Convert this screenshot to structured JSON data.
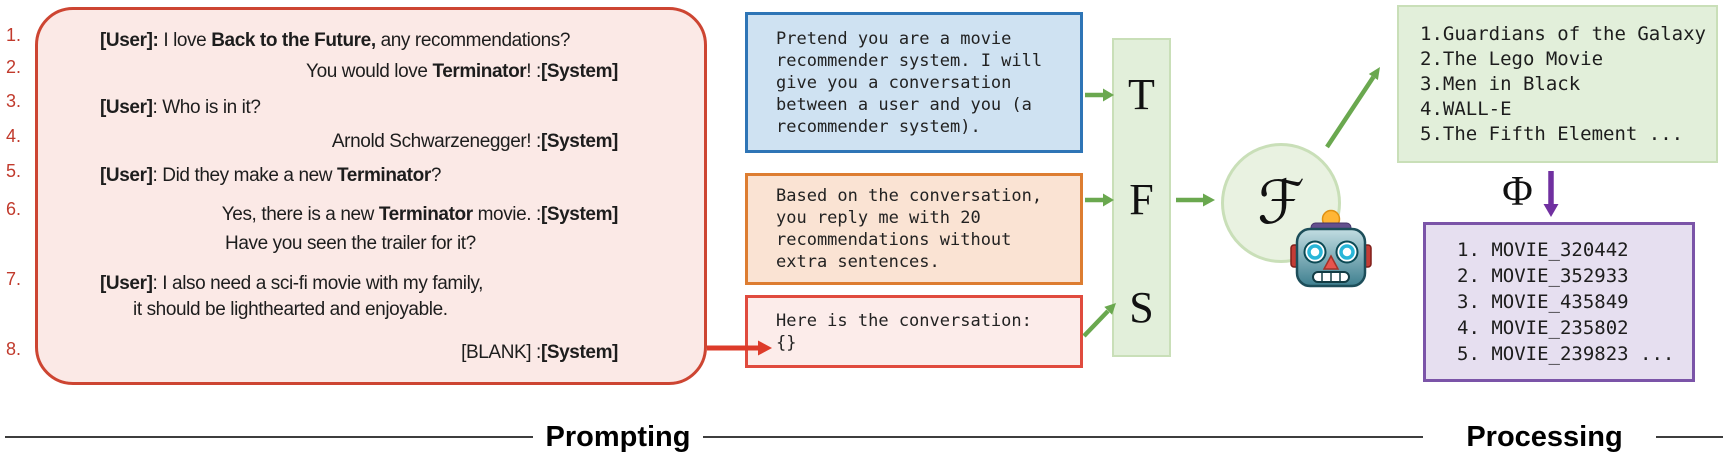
{
  "conversation": {
    "numbers": [
      "1.",
      "2.",
      "3.",
      "4.",
      "5.",
      "6.",
      "7.",
      "8."
    ],
    "lines": [
      {
        "segs": [
          {
            "text": "[User]:",
            "bold": true
          },
          {
            "text": " I love ",
            "bold": false
          },
          {
            "text": "Back to the Future,",
            "bold": true
          },
          {
            "text": " any recommendations?",
            "bold": false
          }
        ]
      },
      {
        "segs": [
          {
            "text": "You would love ",
            "bold": false
          },
          {
            "text": "Terminator",
            "bold": true
          },
          {
            "text": "! :",
            "bold": false
          },
          {
            "text": "[System]",
            "bold": true
          }
        ]
      },
      {
        "segs": [
          {
            "text": "[User]",
            "bold": true
          },
          {
            "text": ": Who is in it?",
            "bold": false
          }
        ]
      },
      {
        "segs": [
          {
            "text": "Arnold Schwarzenegger! :",
            "bold": false
          },
          {
            "text": "[System]",
            "bold": true
          }
        ]
      },
      {
        "segs": [
          {
            "text": "[User]",
            "bold": true
          },
          {
            "text": ": Did they make a new ",
            "bold": false
          },
          {
            "text": "Terminator",
            "bold": true
          },
          {
            "text": "?",
            "bold": false
          }
        ]
      },
      {
        "segs": [
          {
            "text": "Yes, there is a new ",
            "bold": false
          },
          {
            "text": "Terminator",
            "bold": true
          },
          {
            "text": " movie. :",
            "bold": false
          },
          {
            "text": "[System]",
            "bold": true
          }
        ]
      },
      {
        "segs": [
          {
            "text": "Have you seen the trailer for it?",
            "bold": false
          }
        ]
      },
      {
        "segs": [
          {
            "text": "[User]",
            "bold": true
          },
          {
            "text": ": I also need a sci-fi movie with my family,",
            "bold": false
          }
        ]
      },
      {
        "segs": [
          {
            "text": "it should be lighthearted and enjoyable.",
            "bold": false
          }
        ]
      },
      {
        "segs": [
          {
            "text": "[BLANK] :",
            "bold": false
          },
          {
            "text": "[System]",
            "bold": true
          }
        ]
      }
    ]
  },
  "prompts": {
    "task": {
      "lines": [
        "Pretend you are a movie",
        "recommender system. I will",
        "give you a conversation",
        "between a user and you (a",
        "recommender system)."
      ]
    },
    "format": {
      "lines": [
        "Based on the conversation,",
        "you reply me with 20",
        "recommendations without",
        "extra sentences."
      ]
    },
    "slot": {
      "lines": [
        "Here is the conversation:",
        "{}"
      ]
    }
  },
  "assembly": {
    "t": "T",
    "f": "F",
    "s": "S"
  },
  "model": {
    "symbol": "ℱ",
    "phi": "Φ"
  },
  "outputs": {
    "titles": {
      "lines": [
        "1.Guardians of the Galaxy",
        "2.The Lego Movie",
        "3.Men in Black",
        "4.WALL-E",
        "5.The Fifth Element ..."
      ]
    },
    "ids": {
      "lines": [
        "1. MOVIE_320442",
        "2. MOVIE_352933",
        "3. MOVIE_435849",
        "4. MOVIE_235802",
        "5. MOVIE_239823 ..."
      ]
    }
  },
  "sections": {
    "prompting": "Prompting",
    "processing": "Processing"
  },
  "colors": {
    "conv_border": "#cd4532",
    "conv_fill": "#fbe9e6",
    "number_red": "#c13a2c",
    "task_border": "#2e75b6",
    "task_fill": "#cfe2f2",
    "format_border": "#dd7d31",
    "format_fill": "#fae3d3",
    "slot_border": "#e04b3e",
    "slot_fill": "#fcecea",
    "green_fill": "#e2efda",
    "green_border": "#c9dfb8",
    "green_arrow": "#6aa84f",
    "purple": "#7b54a8",
    "purple_fill": "#e6dff0",
    "red_arrow": "#dd3b2a",
    "divider": "#3d3d3d"
  }
}
